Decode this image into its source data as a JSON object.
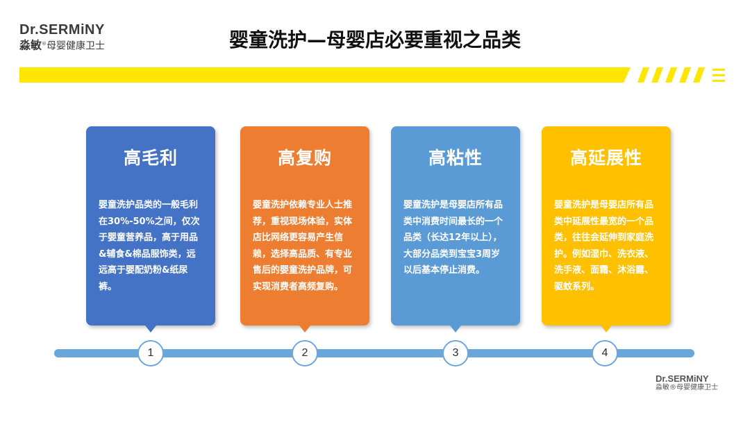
{
  "logo": {
    "en": "Dr.SERMiNY",
    "brand": "淼敏",
    "mark": "®",
    "slogan": "母婴健康卫士"
  },
  "title": "婴童洗护—母婴店必要重视之品类",
  "colors": {
    "accent": "#ffe600",
    "timeline": "#69a6d9"
  },
  "cards": [
    {
      "title": "高毛利",
      "color": "#4472c4",
      "body": "婴童洗护品类的一般毛利在30%-50%之间，仅次于婴童营养品，高于用品&辅食&棉品服饰类，远远高于婴配奶粉&纸尿裤。"
    },
    {
      "title": "高复购",
      "color": "#ed7d31",
      "body": "婴童洗护依赖专业人士推荐，重视现场体验，实体店比网络更容易产生信赖，选择高品质、有专业售后的婴童洗护品牌，可实现消费者高频复购。"
    },
    {
      "title": "高粘性",
      "color": "#5b9bd5",
      "body": "婴童洗护是母婴店所有品类中消费时间最长的一个品类（长达12年以上），大部分品类到宝宝3周岁以后基本停止消费。"
    },
    {
      "title": "高延展性",
      "color": "#ffc000",
      "body": "婴童洗护是母婴店所有品类中延展性最宽的一个品类，往往会延伸到家庭洗护。例如湿巾、洗衣液、洗手液、面霜、沐浴露、驱蚊系列。"
    }
  ],
  "steps": [
    "1",
    "2",
    "3",
    "4"
  ]
}
